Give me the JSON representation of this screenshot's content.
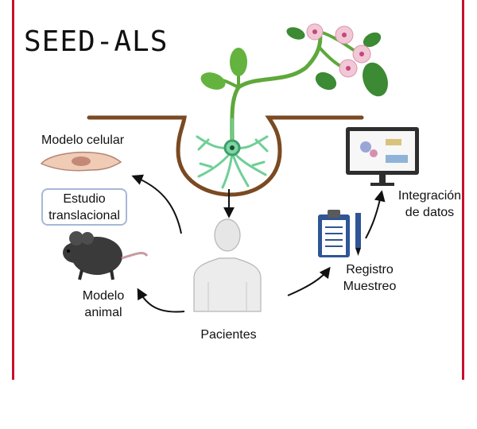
{
  "title": "SEED-ALS",
  "labels": {
    "cell_model": "Modelo celular",
    "translational": [
      "Estudio",
      "translacional"
    ],
    "animal_model": [
      "Modelo",
      "animal"
    ],
    "patients": "Pacientes",
    "registry": [
      "Registro",
      "Muestreo"
    ],
    "integration": [
      "Integración",
      "de datos"
    ]
  },
  "colors": {
    "frame": "#c8102e",
    "soil": "#7a4a22",
    "plant": "#5ea83c",
    "neuron": "#6fcf97",
    "box_border": "#a7b7d8"
  },
  "icons": [
    "plant-icon",
    "neuron-icon",
    "cell-icon",
    "mouse-icon",
    "patient-icon",
    "clipboard-icon",
    "computer-icon"
  ]
}
